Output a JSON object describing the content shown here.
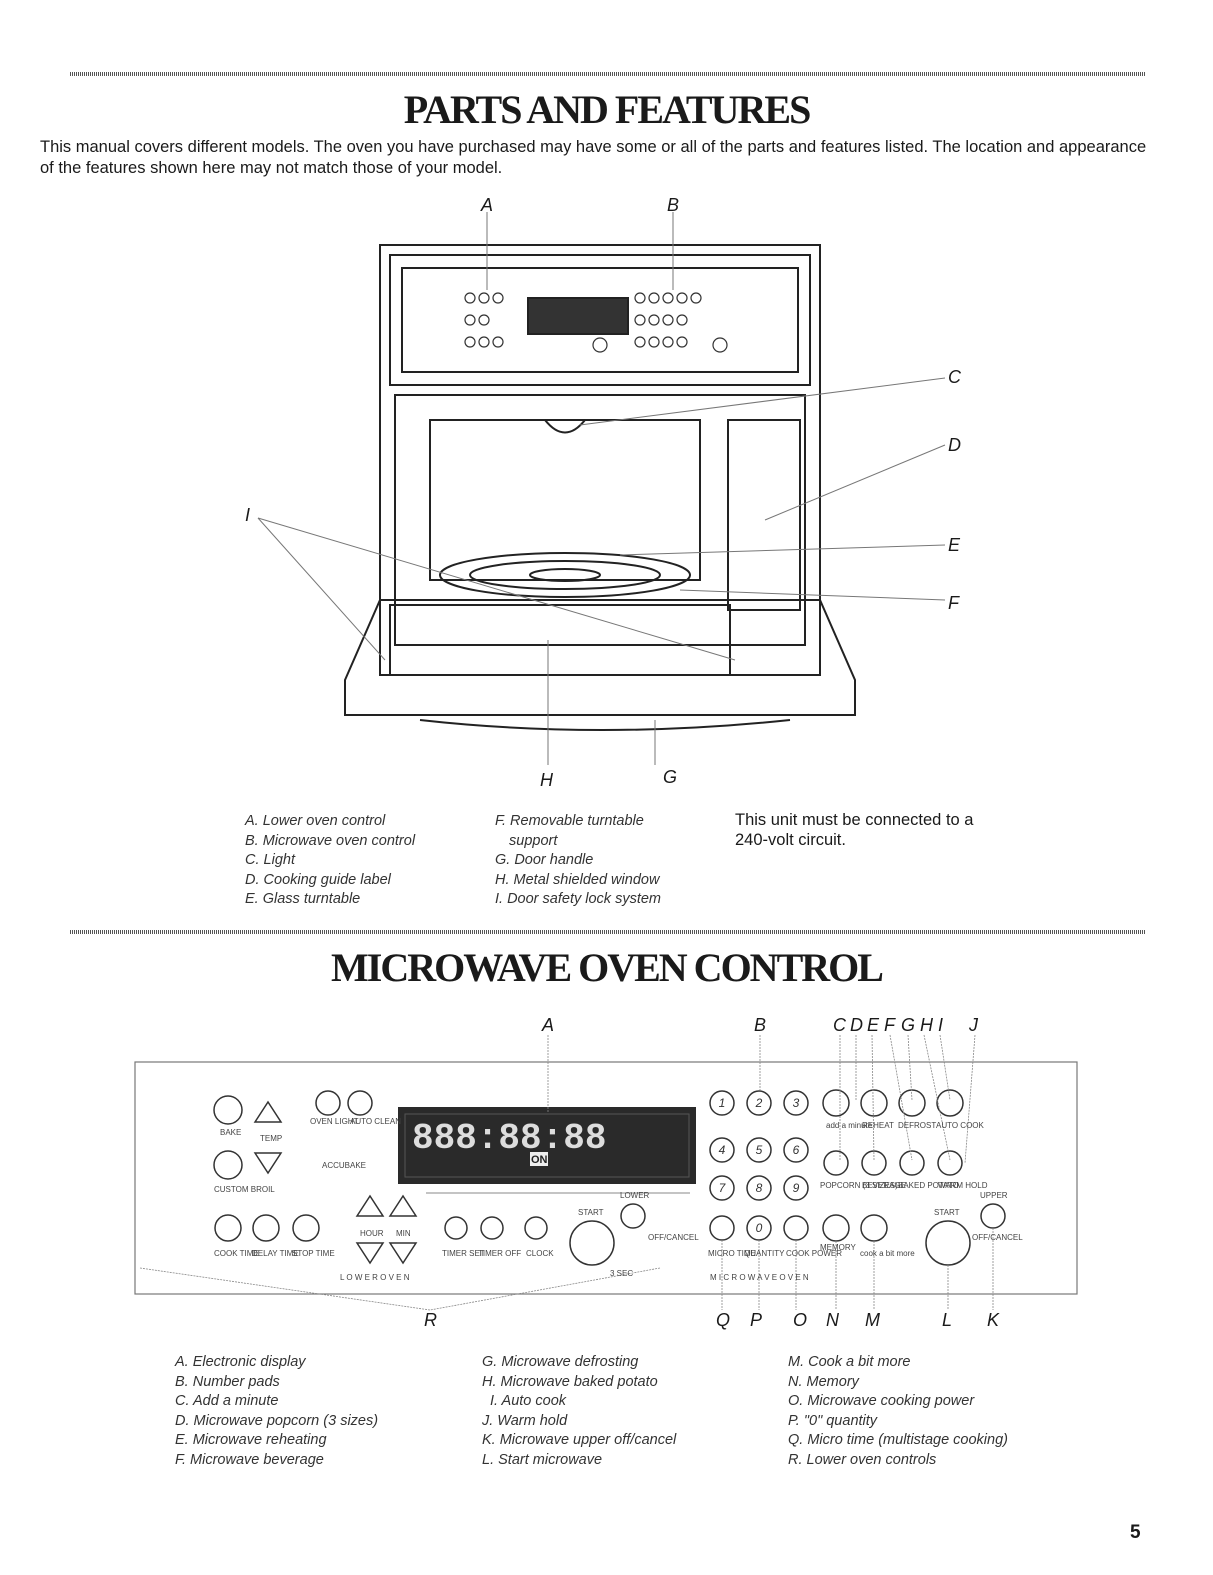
{
  "section1": {
    "title": "PARTS AND FEATURES",
    "intro": "This manual covers different models. The oven you have purchased may have some or all of the parts and features listed. The location and appearance of the features shown here may not match those of your model.",
    "figure_letters": [
      "A",
      "B",
      "C",
      "D",
      "E",
      "F",
      "I",
      "H",
      "G"
    ],
    "legend_col1": [
      "A. Lower oven control",
      "B. Microwave oven control",
      "C. Light",
      "D. Cooking guide label",
      "E. Glass turntable"
    ],
    "legend_col2": [
      "F. Removable turntable",
      "support",
      "G. Door handle",
      "H. Metal shielded window",
      "I. Door safety lock system"
    ],
    "note": "This unit must be connected to a 240-volt circuit."
  },
  "section2": {
    "title": "MICROWAVE OVEN CONTROL",
    "figure_letters_top": [
      "A",
      "B",
      "C",
      "D",
      "E",
      "F",
      "G",
      "H",
      "I",
      "J"
    ],
    "figure_letters_bottom": [
      "R",
      "Q",
      "P",
      "O",
      "N",
      "M",
      "L",
      "K"
    ],
    "legend_col1": [
      "A. Electronic display",
      "B. Number pads",
      "C. Add a minute",
      "D. Microwave popcorn (3 sizes)",
      "E. Microwave reheating",
      "F. Microwave beverage"
    ],
    "legend_col2": [
      "G. Microwave defrosting",
      "H. Microwave baked potato",
      "I. Auto cook",
      "J. Warm hold",
      "K. Microwave upper off/cancel",
      "L. Start microwave"
    ],
    "legend_col3": [
      "M. Cook a bit more",
      "N. Memory",
      "O. Microwave cooking power",
      "P. \"0\" quantity",
      "Q. Micro time (multistage cooking)",
      "R. Lower oven controls"
    ],
    "panel_labels": {
      "bake": "BAKE",
      "temp": "TEMP",
      "custom_broil": "CUSTOM\nBROIL",
      "oven_light": "OVEN LIGHT",
      "auto_clean": "AUTO CLEAN",
      "accubake": "ACCUBAKE",
      "cook_time": "COOK TIME",
      "delay_time": "DELAY TIME",
      "stop_time": "STOP TIME",
      "hour": "HOUR",
      "min": "MIN",
      "lower_oven": "L O W E R   O V E N",
      "timer_set": "TIMER SET",
      "timer_off": "TIMER OFF",
      "clock": "CLOCK",
      "start": "START",
      "lower": "LOWER",
      "off_cancel": "OFF/CANCEL",
      "three_sec": "3 SEC",
      "add_minute": "add a minute",
      "reheat": "REHEAT",
      "defrost": "DEFROST",
      "auto_cook": "AUTO COOK",
      "popcorn": "POPCORN (3 SIZES)",
      "beverage": "BEVERAGE",
      "baked_potato": "BAKED POTATO",
      "warm_hold": "WARM HOLD",
      "micro_time": "MICRO TIME",
      "quantity": "QUANTITY",
      "cook_power": "COOK POWER",
      "memory": "MEMORY",
      "cook_bit_more": "cook a bit more",
      "microwave_oven": "M I C R O W A V E   O V E N",
      "upper": "UPPER",
      "display_digits": "888:88:88",
      "display_on": "ON"
    },
    "number_pads": [
      "1",
      "2",
      "3",
      "4",
      "5",
      "6",
      "7",
      "8",
      "9",
      "0"
    ]
  },
  "page_number": "5"
}
